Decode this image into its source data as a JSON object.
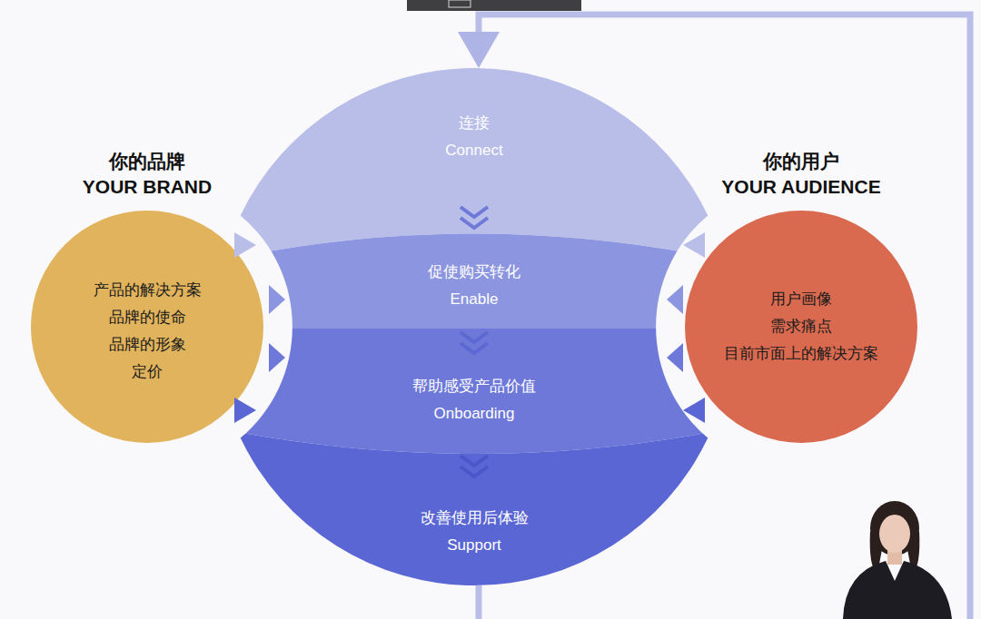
{
  "diagram": {
    "nodes": [
      {
        "text": [
          "你的品牌",
          "YOUR BRAND",
          "产品的解决方案",
          "品牌的使命",
          "品牌的形象",
          "定价"
        ]
      },
      {
        "text": [
          "连接",
          "Connect"
        ]
      },
      {
        "text": [
          "促使购买转化",
          "Enable"
        ]
      },
      {
        "text": [
          "帮助感受产品价值",
          "Onboarding"
        ]
      },
      {
        "text": [
          "改善使用后体验",
          "Support"
        ]
      },
      {
        "text": [
          "你的用户",
          "YOUR AUDIENCE",
          "用户画像",
          "需求痛点",
          "目前市面上的解决方案"
        ]
      }
    ],
    "edges": [
      {
        "from": 4,
        "to": 1,
        "arrow": "to"
      }
    ]
  }
}
